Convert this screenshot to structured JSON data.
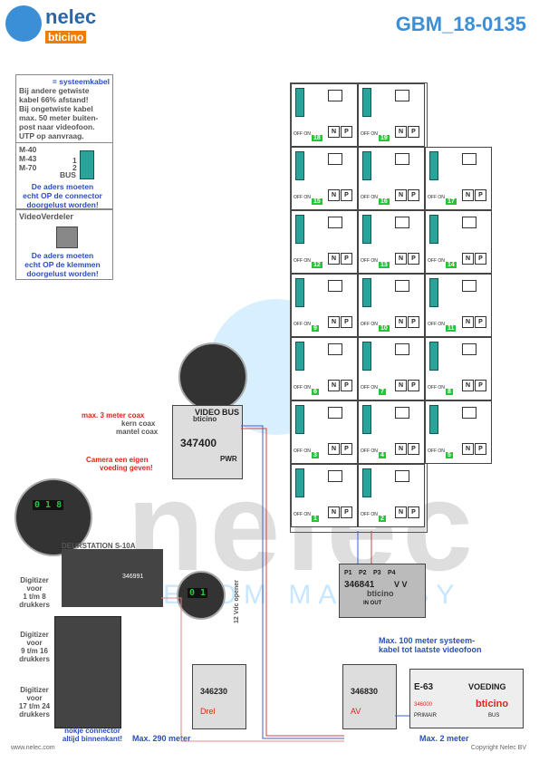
{
  "header": {
    "brand": "nelec",
    "brand_sub": "bticino",
    "doc_id": "GBM_18-0135"
  },
  "legend": {
    "line1": "= systeemkabel",
    "line2": "Bij andere getwiste",
    "line3": "kabel 66% afstand!",
    "line4": "Bij ongetwiste kabel",
    "line5": "max. 50 meter buiten-",
    "line6": "post naar videofoon.",
    "line7": "UTP op aanvraag."
  },
  "connector_note": {
    "models": [
      "M-40",
      "M-43",
      "M-70"
    ],
    "bus_label": "BUS",
    "pin1": "1",
    "pin2": "2",
    "warn1": "De aders moeten",
    "warn2": "echt OP de connector",
    "warn3": "doorgelust worden!"
  },
  "videoverdeler_note": {
    "title": "VideoVerdeler",
    "warn1": "De aders moeten",
    "warn2": "echt OP de klemmen",
    "warn3": "doorgelust worden!"
  },
  "coax": {
    "line1": "max. 3 meter coax",
    "line2": "kern coax",
    "line3": "mantel coax",
    "camera1": "Camera een eigen",
    "camera2": "voeding geven!",
    "module": "347400",
    "video_lbl": "VIDEO",
    "bus_lbl": "BUS",
    "pwr_lbl": "PWR",
    "brand": "bticino"
  },
  "door_station": {
    "title": "DEURSTATION S-10A",
    "code": "346991",
    "digitizer1": [
      "Digitizer",
      "voor",
      "1 t/m 8",
      "drukkers"
    ],
    "digitizer2": [
      "Digitizer",
      "voor",
      "9 t/m 16",
      "drukkers"
    ],
    "digitizer3": [
      "Digitizer",
      "voor",
      "17 t/m 24",
      "drukkers"
    ],
    "nokje1": "nokje connector",
    "nokje2": "altijd binnenkant!",
    "magnify_num": "0 1 8"
  },
  "opener": {
    "label": "12 Vdc opener",
    "magnify_num": "0 1"
  },
  "modules": {
    "m346230": "346230",
    "m346230_sub": "Drel",
    "m346830": "346830",
    "m346830_sub": "AV",
    "m346841": "346841",
    "m346841_sub": "V V",
    "m346841_brand": "bticino",
    "ports": [
      "P1",
      "P2",
      "P3",
      "P4"
    ],
    "in_out": "IN OUT"
  },
  "power": {
    "model": "E-63",
    "title": "VOEDING",
    "code": "346000",
    "brand": "bticino",
    "primair": "PRIMAIR",
    "bus": "BUS"
  },
  "cable_notes": {
    "max100_1": "Max. 100 meter systeem-",
    "max100_2": "kabel tot laatste videofoon",
    "max290": "Max. 290 meter",
    "max2": "Max. 2 meter"
  },
  "monitors": {
    "labels": [
      "N",
      "P"
    ],
    "offon": "OFF ON",
    "units": [
      {
        "id": "18"
      },
      {
        "id": "19"
      },
      {
        "id": "15"
      },
      {
        "id": "16"
      },
      {
        "id": "17"
      },
      {
        "id": "12"
      },
      {
        "id": "13"
      },
      {
        "id": "14"
      },
      {
        "id": "9"
      },
      {
        "id": "10"
      },
      {
        "id": "11"
      },
      {
        "id": "6"
      },
      {
        "id": "7"
      },
      {
        "id": "8"
      },
      {
        "id": "3"
      },
      {
        "id": "4"
      },
      {
        "id": "5"
      },
      {
        "id": "1"
      },
      {
        "id": "2"
      }
    ]
  },
  "footer": {
    "left": "www.nelec.com",
    "right": "Copyright Nelec BV"
  },
  "watermark": {
    "big": "nelec",
    "sub": "ECOM MADE BY"
  },
  "colors": {
    "blue": "#3a8fd6",
    "green": "#27c43a",
    "red": "#e0241b",
    "teal": "#2aa39a"
  }
}
